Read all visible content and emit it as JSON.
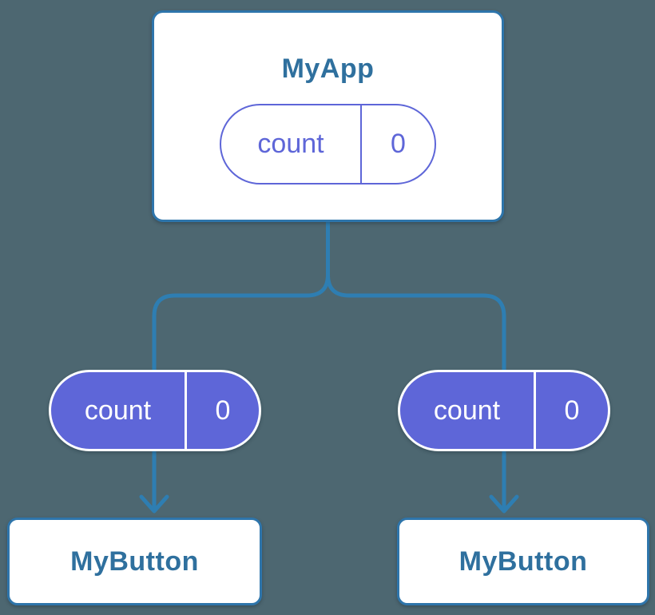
{
  "diagram": {
    "description": "Component tree with shared state passed down as props",
    "root": {
      "title": "MyApp",
      "state": {
        "label": "count",
        "value": "0"
      }
    },
    "children": [
      {
        "title": "MyButton",
        "prop": {
          "label": "count",
          "value": "0"
        }
      },
      {
        "title": "MyButton",
        "prop": {
          "label": "count",
          "value": "0"
        }
      }
    ]
  },
  "colors": {
    "background": "#4D6771",
    "connector": "#2E7EB2",
    "node_border": "#2E75AB",
    "node_text": "#2F709E",
    "state_purple": "#5E66D8",
    "pill_text_on_purple": "#FFFFFF"
  }
}
